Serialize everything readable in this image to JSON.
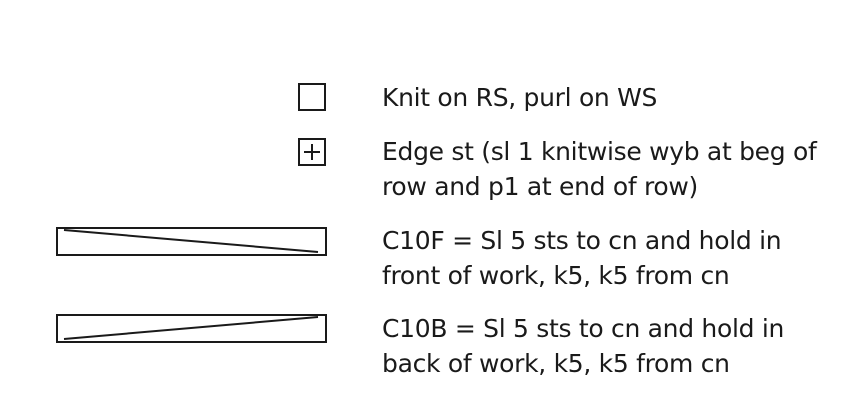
{
  "legend": {
    "items": [
      {
        "symbol": "empty-square-icon",
        "lines": [
          "Knit on RS, purl on WS"
        ]
      },
      {
        "symbol": "plus-square-icon",
        "lines": [
          "Edge st (sl 1 knitwise wyb at beg of",
          "row and p1 at end of row)"
        ]
      },
      {
        "symbol": "cable-front-icon",
        "lines": [
          "C10F = Sl 5 sts to cn and hold in",
          "front of work, k5, k5 from cn"
        ]
      },
      {
        "symbol": "cable-back-icon",
        "lines": [
          "C10B = Sl 5 sts to cn and hold in",
          "back of work, k5, k5 from cn"
        ]
      }
    ]
  }
}
